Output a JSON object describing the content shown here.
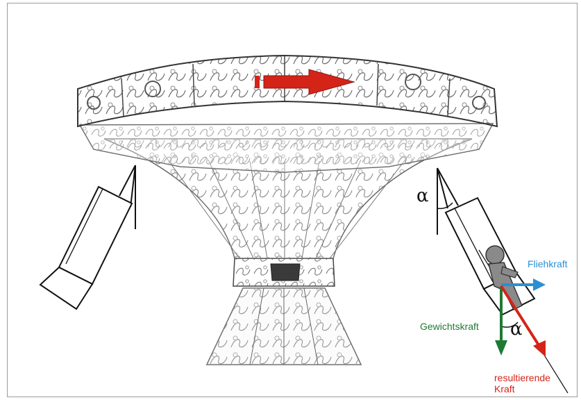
{
  "labels": {
    "centrifugal": "Fliehkraft",
    "weight": "Gewichtskraft",
    "resultant_line1": "resultierende",
    "resultant_line2": "Kraft",
    "angle_top": "α",
    "angle_bottom": "α"
  },
  "colors": {
    "centrifugal": "#2a8fd4",
    "weight": "#1e7a32",
    "resultant": "#d42418",
    "rotation_arrow": "#d42418",
    "ride": "#555555",
    "outline": "#111111"
  },
  "icons": {
    "rotation": "rotation-arrow-icon",
    "person": "passenger-icon"
  }
}
